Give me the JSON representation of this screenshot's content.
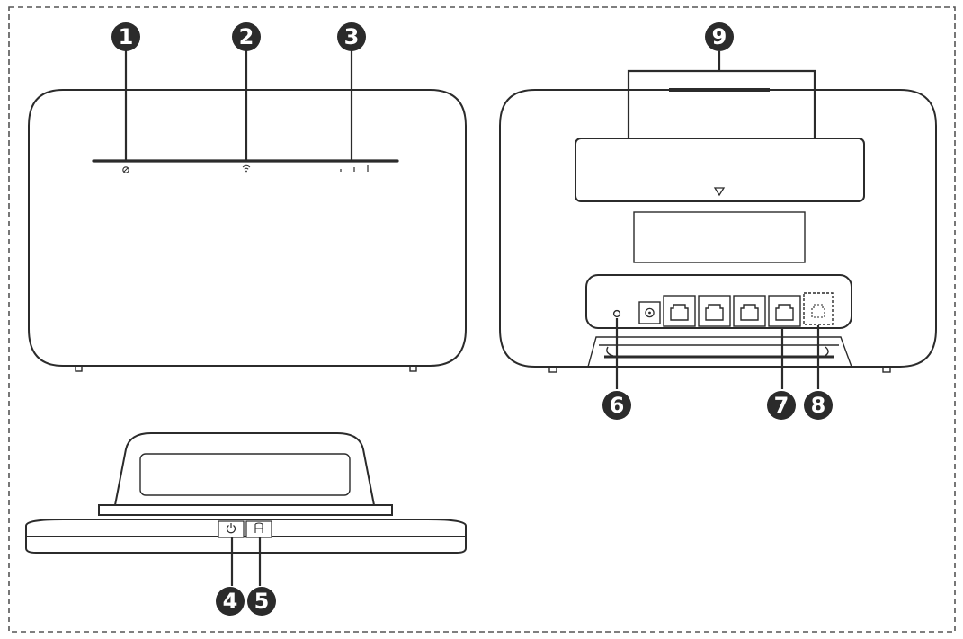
{
  "figure": {
    "views": [
      {
        "name": "front-view"
      },
      {
        "name": "rear-view"
      },
      {
        "name": "top-view"
      }
    ],
    "callouts": [
      {
        "label": "1"
      },
      {
        "label": "2"
      },
      {
        "label": "3"
      },
      {
        "label": "4"
      },
      {
        "label": "5"
      },
      {
        "label": "6"
      },
      {
        "label": "7"
      },
      {
        "label": "8"
      },
      {
        "label": "9"
      }
    ],
    "colors": {
      "line": "#2b2b2b",
      "background": "#ffffff",
      "callout_fill": "#2b2b2b",
      "callout_text": "#ffffff"
    },
    "icons": [
      "globe-icon",
      "wifi-icon",
      "signal-icon",
      "power-icon",
      "h-button-icon",
      "warning-triangle-icon",
      "dc-power-jack-icon",
      "lan-port-icon",
      "telephone-port-icon"
    ]
  }
}
